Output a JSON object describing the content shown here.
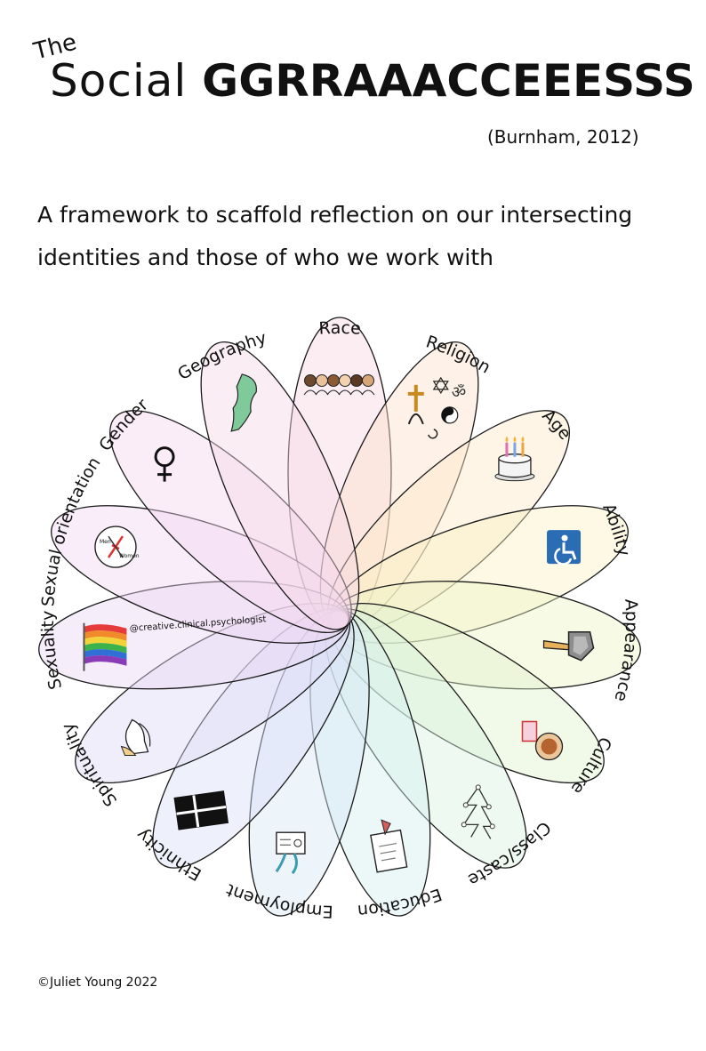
{
  "header": {
    "the": "The",
    "title_word": "Social",
    "title_acronym": "GGRRAAACCEEESSS",
    "citation": "(Burnham, 2012)",
    "subtitle": "A framework to scaffold reflection on our intersecting identities and those of who we work with"
  },
  "diagram": {
    "watermark": "@creative.clinical.psychologist",
    "petals": [
      {
        "label": "Race",
        "icon": "diverse-people-icon",
        "color": "#f7d6df"
      },
      {
        "label": "Religion",
        "icon": "religious-symbols-icon",
        "color": "#fde0cc"
      },
      {
        "label": "Age",
        "icon": "birthday-cake-icon",
        "color": "#fde9c8"
      },
      {
        "label": "Ability",
        "icon": "accessibility-icon",
        "color": "#fbf2c6"
      },
      {
        "label": "Appearance",
        "icon": "hand-mirror-icon",
        "color": "#eef5c6"
      },
      {
        "label": "Culture",
        "icon": "food-and-drink-icon",
        "color": "#dff2cf"
      },
      {
        "label": "Class/caste",
        "icon": "hierarchy-icon",
        "color": "#d6f2e1"
      },
      {
        "label": "Education",
        "icon": "diploma-icon",
        "color": "#d4f0f0"
      },
      {
        "label": "Employment",
        "icon": "employment-badge-icon",
        "color": "#d6e8f7"
      },
      {
        "label": "Ethnicity",
        "icon": "flag-icon",
        "color": "#d9ddf7"
      },
      {
        "label": "Spirituality",
        "icon": "praying-hands-icon",
        "color": "#e0d9f6"
      },
      {
        "label": "Sexuality",
        "icon": "rainbow-flag-icon",
        "color": "#e8d6f4"
      },
      {
        "label": "Sexual orientation",
        "icon": "compass-icon",
        "color": "#efd7f2"
      },
      {
        "label": "Gender",
        "icon": "venus-symbol-icon",
        "color": "#f5d8ef"
      },
      {
        "label": "Geography",
        "icon": "map-icon",
        "color": "#f7d7e6"
      }
    ],
    "compass_labels": {
      "men": "Men",
      "women": "Women"
    }
  },
  "footer": {
    "credit": "©Juliet Young 2022"
  }
}
